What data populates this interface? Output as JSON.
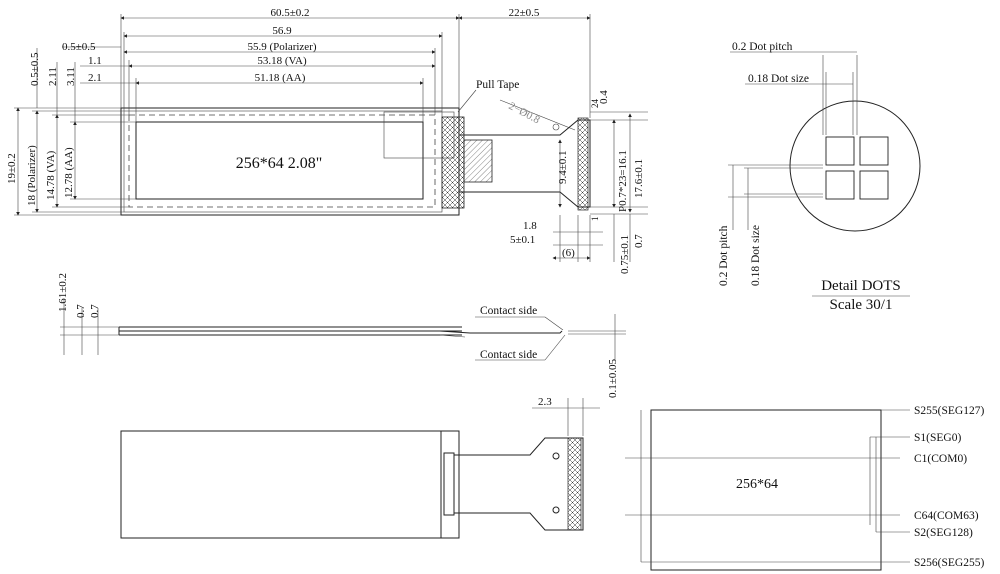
{
  "title": "",
  "display_label": "256*64  2.08\"",
  "pull_tape_label": "Pull Tape",
  "dims_top": {
    "overall_width": "60.5±0.2",
    "fpc_length": "22±0.5",
    "width_56_9": "56.9",
    "polarizer_width": "55.9 (Polarizer)",
    "offset_0_5": "0.5±0.5",
    "va_width": "53.18 (VA)",
    "offset_1_1": "1.1",
    "aa_width": "51.18 (AA)",
    "offset_2_1": "2.1",
    "hole": "2−Ø0.8"
  },
  "dims_left": {
    "top_0_5": "0.5±0.5",
    "top_2_11": "2.11",
    "top_3_11": "3.11",
    "height": "19±0.2",
    "polarizer_height": "18 (Polarizer)",
    "va_height": "14.78 (VA)",
    "aa_height": "12.78 (AA)"
  },
  "dims_fpc": {
    "d_0_4": "0.4",
    "d_24": "24",
    "d_9_4": "9.4±0.1",
    "pitch": "P0.7*23=16.1",
    "d_17_6": "17.6±0.1",
    "d_1_8": "1.8",
    "d_5": "5±0.1",
    "d_6": "(6)",
    "d_1": "1",
    "d_0_75": "0.75±0.1",
    "d_0_7": "0.7"
  },
  "dims_side": {
    "thickness": "1.61±0.2",
    "t_0_7_a": "0.7",
    "t_0_7_b": "0.7",
    "fpc_thickness": "0.1±0.05",
    "contact_side_top": "Contact side",
    "contact_side_bottom": "Contact side"
  },
  "dims_back": {
    "d_2_3": "2.3"
  },
  "detail": {
    "dot_pitch_top": "0.2 Dot pitch",
    "dot_size_top": "0.18 Dot size",
    "dot_pitch_left": "0.2 Dot pitch",
    "dot_size_left": "0.18 Dot size",
    "title": "Detail DOTS",
    "scale": "Scale 30/1"
  },
  "matrix": {
    "label": "256*64",
    "s255": "S255(SEG127)",
    "s1": "S1(SEG0)",
    "c1": "C1(COM0)",
    "c64": "C64(COM63)",
    "s2": "S2(SEG128)",
    "s256": "S256(SEG255)"
  }
}
